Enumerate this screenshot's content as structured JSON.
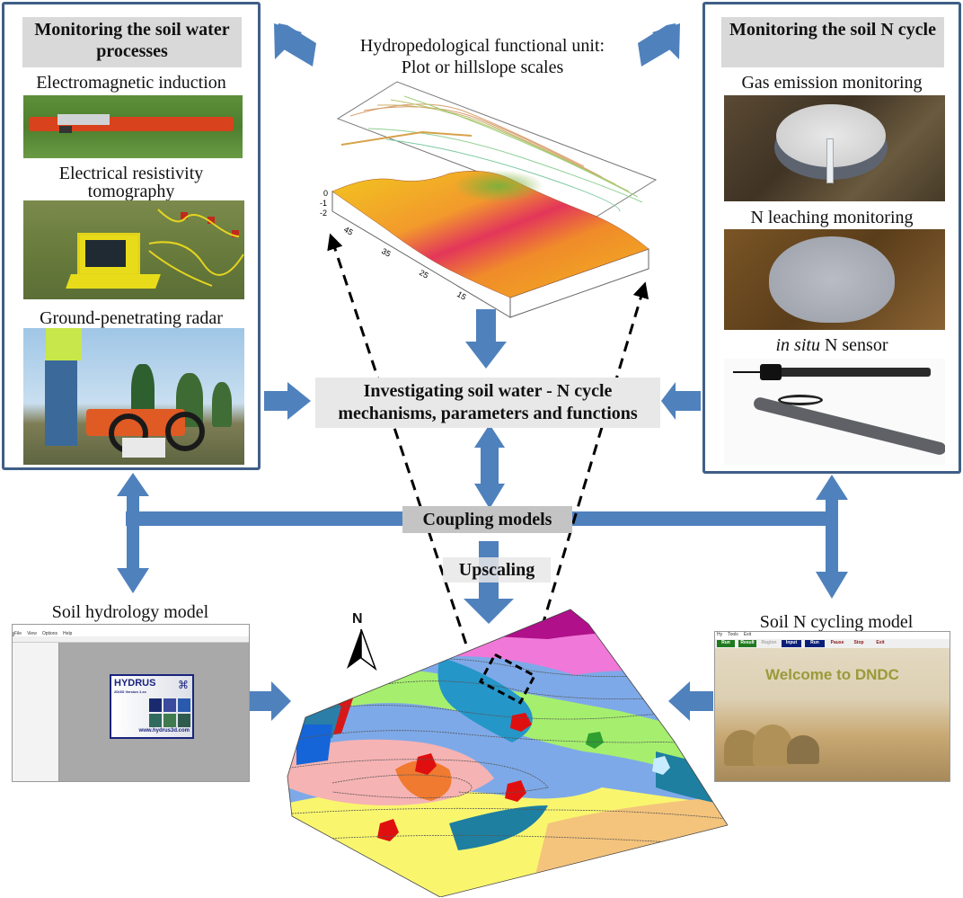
{
  "left_panel": {
    "title": "Monitoring the soil water processes",
    "items": [
      {
        "label": "Electromagnetic induction",
        "image": "em-induction-device-photo"
      },
      {
        "label": "Electrical resistivity tomography",
        "image": "ert-device-photo"
      },
      {
        "label": "Ground-penetrating radar",
        "image": "gpr-cart-photo"
      }
    ]
  },
  "right_panel": {
    "title": "Monitoring the soil N cycle",
    "items": [
      {
        "label": "Gas emission monitoring",
        "image": "gas-chamber-photo"
      },
      {
        "label": "N leaching monitoring",
        "image": "leaching-mesh-photo"
      },
      {
        "label_italic": "in situ",
        "label_rest": " N sensor",
        "image": "n-sensor-probes-photo"
      }
    ]
  },
  "center_top": {
    "title_line1": "Hydropedological functional unit:",
    "title_line2": "Plot or hillslope scales",
    "z_ticks": [
      "0",
      "-1",
      "-2"
    ],
    "y_ticks": [
      "45",
      "35",
      "25",
      "15"
    ]
  },
  "investigating_box": {
    "line1": "Investigating soil water - N cycle",
    "line2": "mechanisms, parameters and functions"
  },
  "coupling_label": "Coupling models",
  "upscaling_label": "Upscaling",
  "hydrology_model": {
    "label": "Soil hydrology model",
    "app_name": "HYDRUS",
    "version": "2D/3D Version 1.xx",
    "url": "www.hydrus3d.com",
    "menu": [
      "File",
      "View",
      "Options",
      "Help"
    ]
  },
  "n_cycling_model": {
    "label": "Soil N cycling model",
    "menu": [
      "Hy",
      "Tools",
      "Exit"
    ],
    "buttons": [
      {
        "label": "Run",
        "color": "#1f7a1f"
      },
      {
        "label": "Result",
        "color": "#1f7a1f"
      },
      {
        "label": "Region",
        "color": "#d8d8d8"
      },
      {
        "label": "Input",
        "color": "#0b1f7a"
      },
      {
        "label": "Run",
        "color": "#0b1f7a"
      },
      {
        "label": "Pause",
        "color": "none"
      },
      {
        "label": "Stop",
        "color": "none"
      },
      {
        "label": "Exit",
        "color": "none"
      }
    ],
    "welcome": "Welcome to DNDC"
  },
  "map": {
    "north_label": "N"
  },
  "colors": {
    "arrow_blue": "#4f81bd",
    "panel_border": "#3f5f86",
    "title_gray": "#d9d9d9"
  }
}
